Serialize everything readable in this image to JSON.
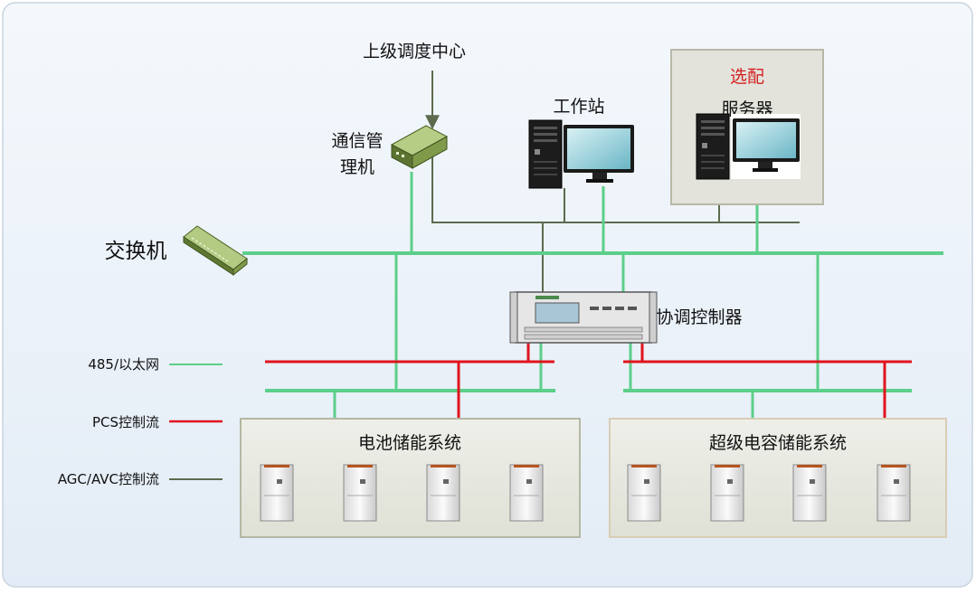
{
  "dispatch_center": "上级调度中心",
  "comm_manager": [
    "通信管",
    "理机"
  ],
  "workstation": "工作站",
  "optional_tag": "选配",
  "server": "服务器",
  "switch": "交换机",
  "coordinator": "协调控制器",
  "legend": {
    "ethernet": "485/以太网",
    "pcs": "PCS控制流",
    "agc": "AGC/AVC控制流"
  },
  "battery_system": "电池储能系统",
  "supercap_system": "超级电容储能系统",
  "colors": {
    "ethernet": "#5ccf8a",
    "pcs": "#e0141e",
    "agc": "#5c6b4e",
    "optional_text": "#d42020",
    "panel_bg": "#eaf1f8",
    "system_box": "#e4e6dc"
  }
}
